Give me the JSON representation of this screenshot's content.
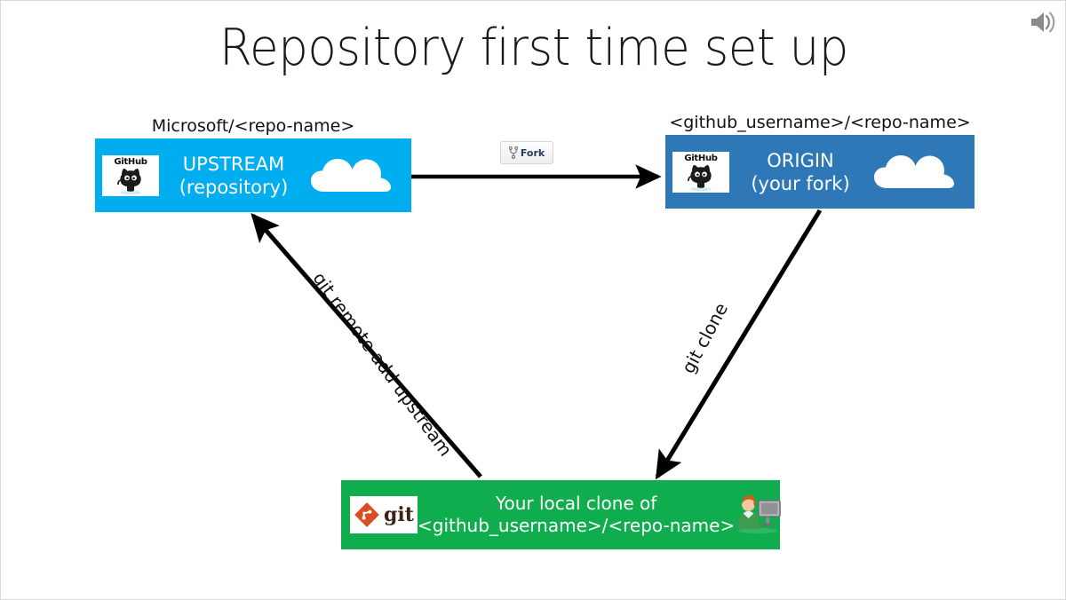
{
  "slide": {
    "title": "Repository first time set up",
    "background_color": "#ffffff",
    "border_color": "#d9d9d9"
  },
  "audio_indicator": {
    "icon": "speaker-icon",
    "color": "#8c8c8c"
  },
  "nodes": {
    "upstream": {
      "caption": "Microsoft/<repo-name>",
      "title": "UPSTREAM",
      "subtitle": "(repository)",
      "logo_text": "GitHub",
      "logo_icon": "github-octocat-icon",
      "decoration_icon": "cloud-icon",
      "fill_color": "#00adef",
      "text_color": "#ffffff"
    },
    "origin": {
      "caption": "<github_username>/<repo-name>",
      "title": "ORIGIN",
      "subtitle": "(your fork)",
      "logo_text": "GitHub",
      "logo_icon": "github-octocat-icon",
      "decoration_icon": "cloud-icon",
      "fill_color": "#2e78b8",
      "text_color": "#ffffff"
    },
    "local": {
      "title": "Your local clone of",
      "subtitle": "<github_username>/<repo-name>",
      "logo_text": "git",
      "logo_icon": "git-logo-icon",
      "decoration_icon": "person-at-computer-icon",
      "fill_color": "#10ad4e",
      "text_color": "#ffffff"
    }
  },
  "fork_button": {
    "label": "Fork",
    "icon": "fork-icon",
    "text_color": "#253b57",
    "border_color": "#d5d5d5"
  },
  "arrows": [
    {
      "name": "upstream-to-origin",
      "label": "",
      "from": "upstream",
      "to": "origin"
    },
    {
      "name": "origin-to-local",
      "label": "git clone",
      "from": "origin",
      "to": "local"
    },
    {
      "name": "local-to-upstream",
      "label": "git remote add upstream",
      "from": "local",
      "to": "upstream"
    }
  ],
  "labels": {
    "git_clone": "git clone",
    "git_remote_add_upstream": "git remote add upstream"
  }
}
